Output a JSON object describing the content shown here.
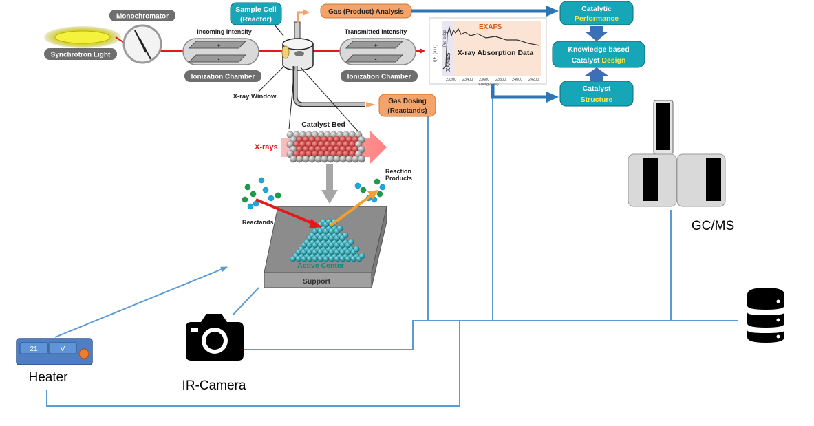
{
  "labels": {
    "synchrotron_light": "Synchrotron Light",
    "monochromator": "Monochromator",
    "incoming_intensity": "Incoming Intensity",
    "transmitted_intensity": "Transmitted Intensity",
    "ionization_chamber": "Ionization Chamber",
    "sample_cell_line1": "Sample Cell",
    "sample_cell_line2": "(Reactor)",
    "xray_window": "X-ray Window",
    "gas_analysis": "Gas (Product) Analysis",
    "gas_dosing_line1": "Gas Dosing",
    "gas_dosing_line2": "(Reactands)",
    "catalyst_bed": "Catalyst Bed",
    "xrays": "X-rays",
    "reaction_products_line1": "Reaction",
    "reaction_products_line2": "Products",
    "reactands": "Reactands",
    "active_center": "Active Center",
    "support": "Support",
    "plus": "+",
    "minus": "-"
  },
  "spectrum": {
    "title": "X-ray Absorption Data",
    "exafs": "EXAFS",
    "xanes": "XANES",
    "pre_edge": "Pre-edge",
    "ylabel": "μ(E) (a.u.)",
    "xlabel": "Energy (eV)",
    "ticks": [
      "23200",
      "23400",
      "23600",
      "23800",
      "24000",
      "24200"
    ]
  },
  "right_boxes": {
    "performance_line1": "Catalytic",
    "performance_line2": "Performance",
    "design_line1": "Knowledge based",
    "design_line2a": "Catalyst ",
    "design_line2b": "Design",
    "structure_line1": "Catalyst",
    "structure_line2": "Structure"
  },
  "devices": {
    "gcms": "GC/MS",
    "ir_camera": "IR-Camera",
    "heater": "Heater",
    "heater_display_value": "21",
    "heater_display_unit": "V"
  },
  "colors": {
    "connector": "#5b9bd5",
    "teal": "#17a5b8",
    "orange_box": "#f4a46a",
    "beam": "#e11a1a",
    "flow_arrow": "#2e75b6"
  }
}
